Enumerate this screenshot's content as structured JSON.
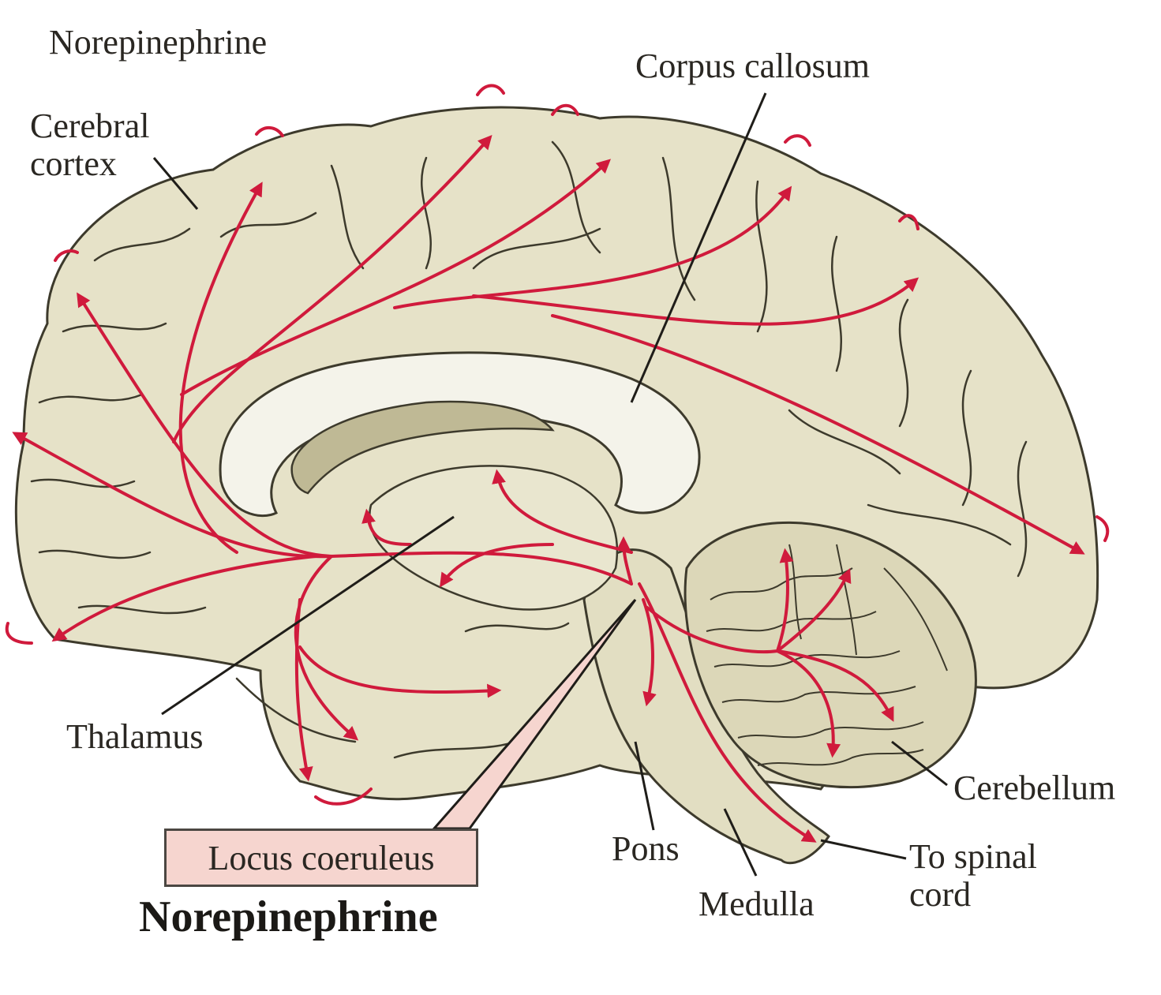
{
  "labels": {
    "title_top": "Norepinephrine",
    "cerebral_cortex": "Cerebral\ncortex",
    "corpus_callosum": "Corpus callosum",
    "thalamus": "Thalamus",
    "locus_coeruleus": "Locus coeruleus",
    "title_bottom": "Norepinephrine",
    "pons": "Pons",
    "medulla": "Medulla",
    "cerebellum": "Cerebellum",
    "spinal_cord": "To spinal\ncord"
  },
  "colors": {
    "brain_fill": "#e6e2c8",
    "brain_outline": "#3d3a2c",
    "white_matter": "#f4f3ea",
    "ventricle": "#bfb995",
    "pathway": "#d01a3c",
    "label_box": "#f6d5cf"
  }
}
